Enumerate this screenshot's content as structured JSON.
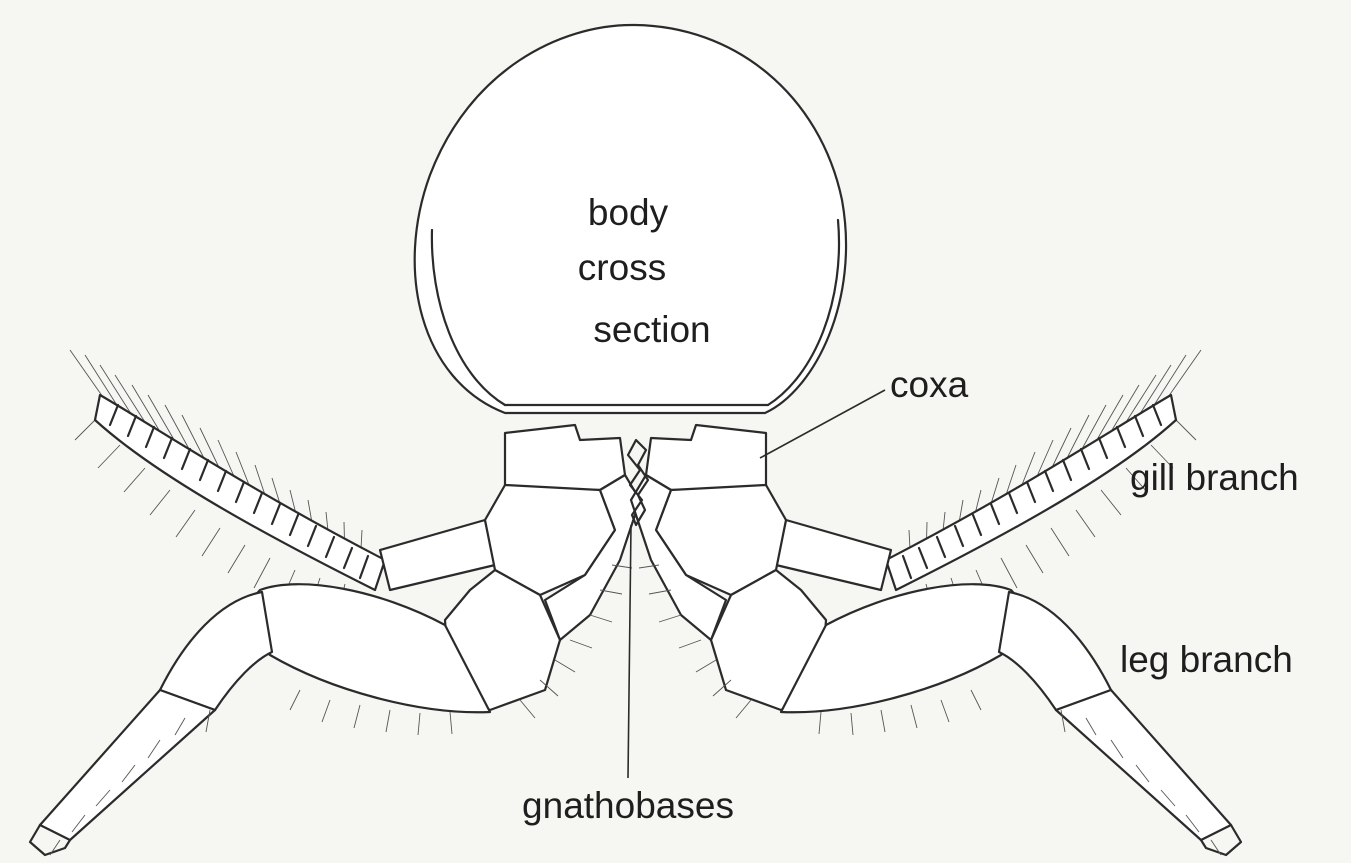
{
  "labels": {
    "body_line1": "body",
    "body_line2": "cross",
    "body_line3": "section",
    "coxa": "coxa",
    "gill_branch": "gill branch",
    "leg_branch": "leg branch",
    "gnathobases": "gnathobases"
  }
}
